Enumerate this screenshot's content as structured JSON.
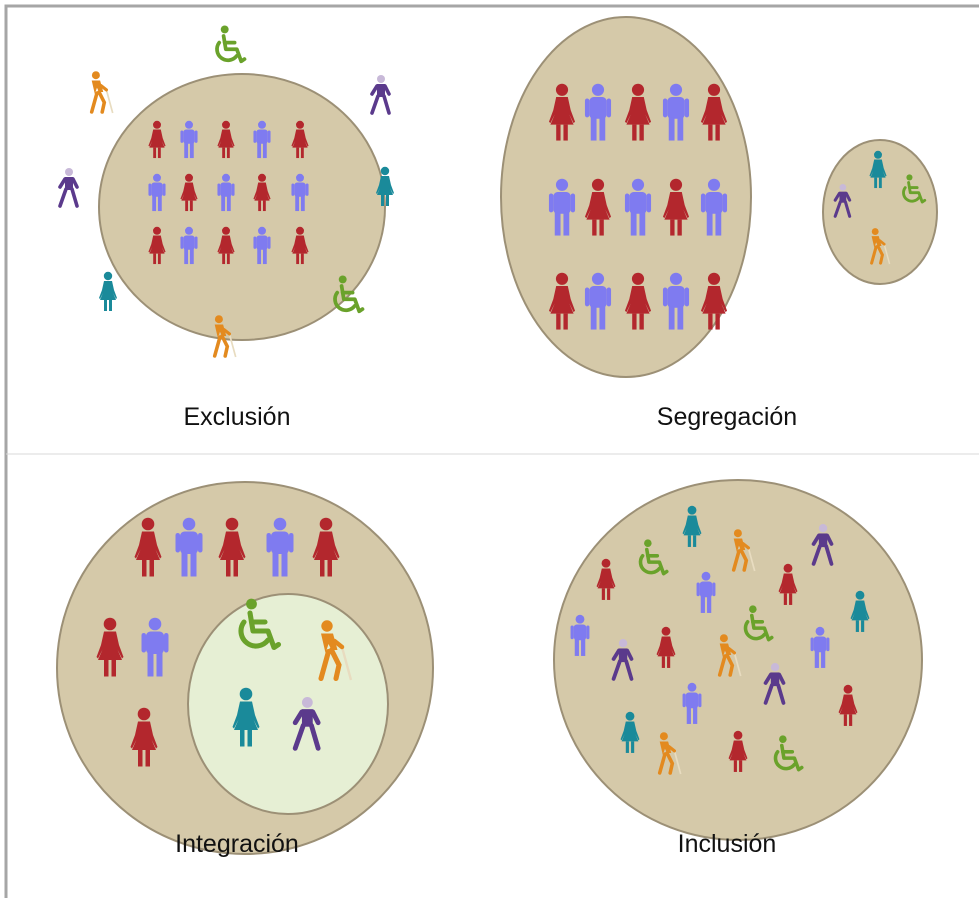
{
  "panels": [
    {
      "key": "exclusion",
      "caption": "Exclusión"
    },
    {
      "key": "segregation",
      "caption": "Segregación"
    },
    {
      "key": "integration",
      "caption": "Integración"
    },
    {
      "key": "inclusion",
      "caption": "Inclusión"
    }
  ],
  "colors": {
    "disc_fill": "#d5c9a9",
    "disc_stroke": "#9c9076",
    "inner_disc_fill": "#e6efd4",
    "page_border": "#a6a6a6",
    "female_majority": "#b3272d",
    "male_majority": "#7f7bf0",
    "wheelchair_icon": "#6aa22b",
    "blind_walker_icon": "#e38a1f",
    "walker_icon": "#5b3a8c",
    "teal_person_icon": "#1a8a9a"
  },
  "icon_legend": [
    "female-figure-icon",
    "male-figure-icon",
    "wheelchair-user-icon",
    "blind-person-with-cane-icon",
    "walking-person-icon",
    "teal-female-figure-icon"
  ]
}
